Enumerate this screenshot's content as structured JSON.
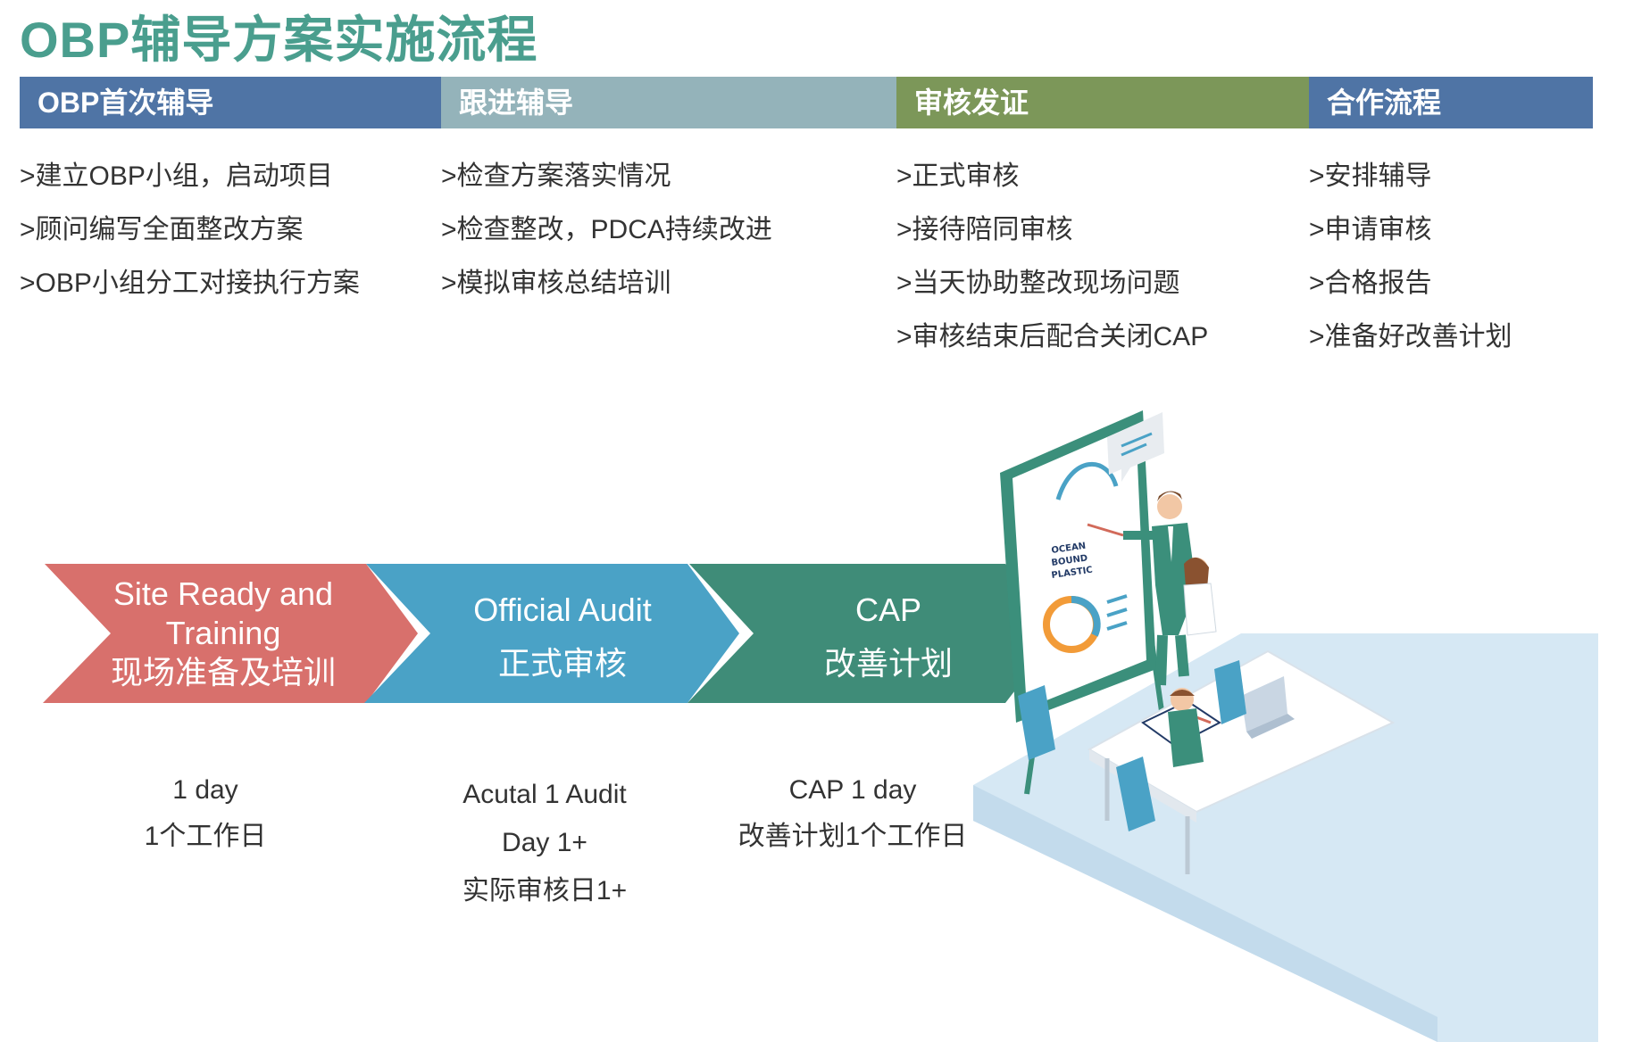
{
  "title": "OBP辅导方案实施流程",
  "colors": {
    "title": "#4a9e8e",
    "phase1": "#4f74a5",
    "phase2": "#94b3ba",
    "phase3": "#7c9759",
    "phase4": "#4f74a5",
    "step1": "#d8706c",
    "step2": "#4aa2c6",
    "step3": "#3f8c78"
  },
  "phases": [
    {
      "label": "OBP首次辅导",
      "items": [
        ">建立OBP小组，启动项目",
        ">顾问编写全面整改方案",
        ">OBP小组分工对接执行方案"
      ]
    },
    {
      "label": "跟进辅导",
      "items": [
        ">检查方案落实情况",
        ">检查整改，PDCA持续改进",
        ">模拟审核总结培训"
      ]
    },
    {
      "label": "审核发证",
      "items": [
        ">正式审核",
        ">接待陪同审核",
        ">当天协助整改现场问题",
        ">审核结束后配合关闭CAP"
      ]
    },
    {
      "label": "合作流程",
      "items": [
        ">安排辅导",
        ">申请审核",
        ">合格报告",
        ">准备好改善计划"
      ]
    }
  ],
  "flow_steps": [
    {
      "line1": "Site Ready and",
      "line2": "Training",
      "line3": "现场准备及培训",
      "duration": [
        "1 day",
        "1个工作日"
      ]
    },
    {
      "line1": "Official Audit",
      "line2": "正式审核",
      "duration": [
        "Acutal 1 Audit",
        "Day 1+",
        "实际审核日1+"
      ]
    },
    {
      "line1": "CAP",
      "line2": "改善计划",
      "duration": [
        "CAP 1 day",
        "改善计划1个工作日"
      ]
    }
  ],
  "illustration": {
    "board_text": [
      "OCEAN",
      "BOUND",
      "PLASTIC"
    ],
    "icons": [
      "presentation-board-icon",
      "speech-bubble-icon",
      "presenter-icon",
      "meeting-table-icon",
      "laptop-icon",
      "open-book-icon",
      "chair-icon"
    ]
  }
}
